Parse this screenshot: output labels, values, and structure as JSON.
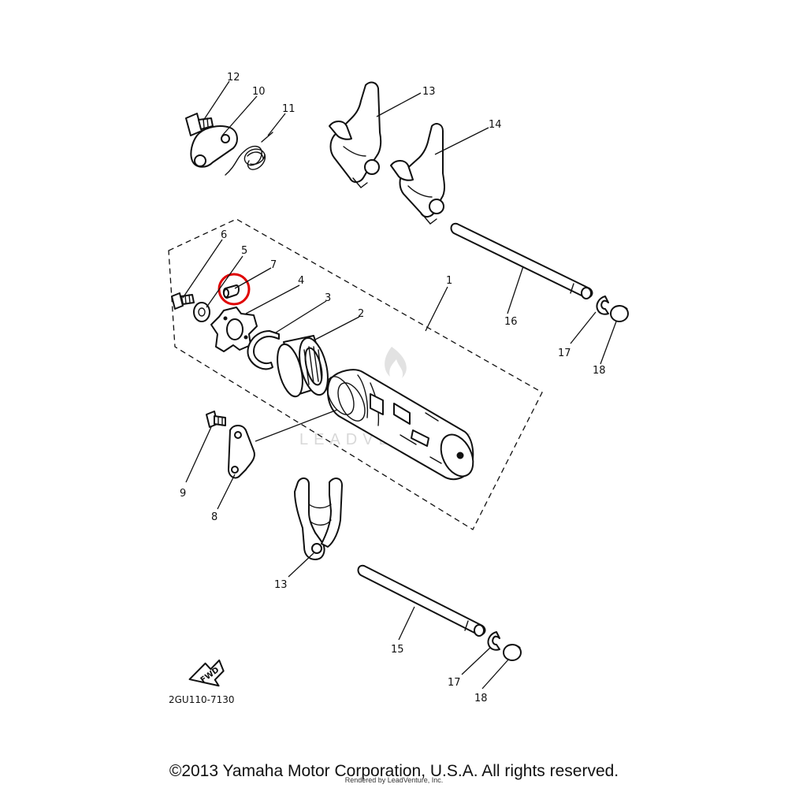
{
  "diagram": {
    "code": "2GU110-7130",
    "fwd_label": "FWD",
    "watermark": "LEADVENTURE",
    "highlight_color": "#e00000",
    "highlighted_part": "7",
    "labels": {
      "p1": "1",
      "p2": "2",
      "p3": "3",
      "p4": "4",
      "p5": "5",
      "p6": "6",
      "p7": "7",
      "p8": "8",
      "p9": "9",
      "p10": "10",
      "p11": "11",
      "p12": "12",
      "p13a": "13",
      "p13b": "13",
      "p14": "14",
      "p15": "15",
      "p16": "16",
      "p17a": "17",
      "p17b": "17",
      "p18a": "18",
      "p18b": "18"
    }
  },
  "footer": {
    "copyright": "©2013 Yamaha Motor Corporation, U.S.A. All rights reserved.",
    "rendered_by": "Rendered by LeadVenture, Inc."
  }
}
